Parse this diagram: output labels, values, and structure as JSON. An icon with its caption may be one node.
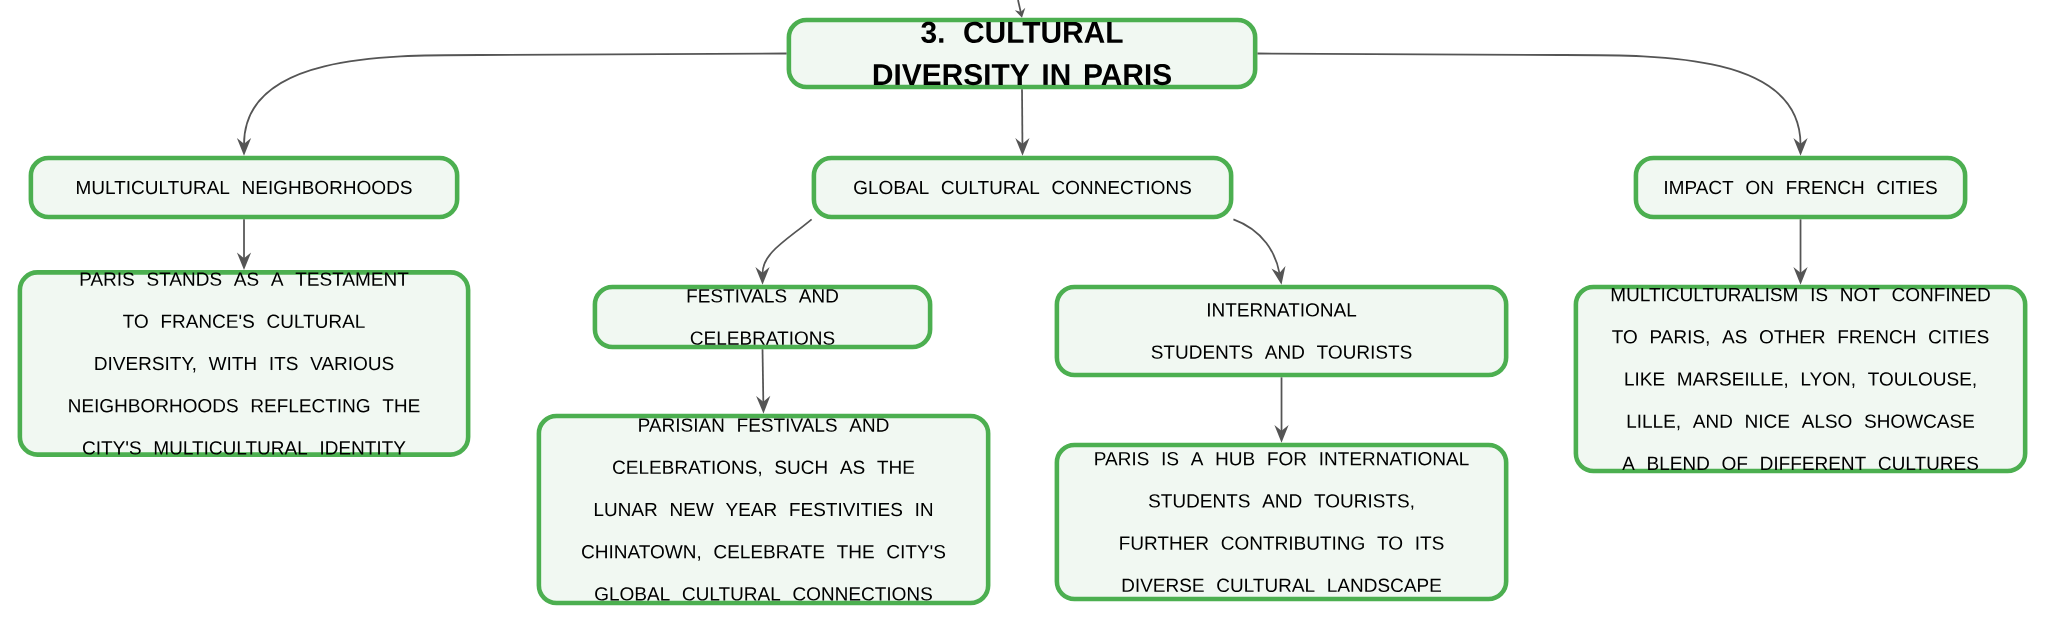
{
  "diagram": {
    "nodes": [
      {
        "text": [
          "3. CULTURAL DIVERSITY IN PARIS"
        ]
      },
      {
        "text": [
          "MULTICULTURAL NEIGHBORHOODS"
        ]
      },
      {
        "text": [
          "GLOBAL CULTURAL CONNECTIONS"
        ]
      },
      {
        "text": [
          "IMPACT ON FRENCH CITIES"
        ]
      },
      {
        "text": [
          "PARIS STANDS AS A TESTAMENT TO FRANCE'S CULTURAL DIVERSITY, WITH ITS VARIOUS NEIGHBORHOODS REFLECTING THE CITY'S MULTICULTURAL IDENTITY"
        ]
      },
      {
        "text": [
          "FESTIVALS AND CELEBRATIONS"
        ]
      },
      {
        "text": [
          "INTERNATIONAL STUDENTS AND TOURISTS"
        ]
      },
      {
        "text": [
          "MULTICULTURALISM IS NOT CONFINED TO PARIS, AS OTHER FRENCH CITIES LIKE MARSEILLE, LYON, TOULOUSE, LILLE, AND NICE ALSO SHOWCASE A BLEND OF DIFFERENT CULTURES"
        ]
      },
      {
        "text": [
          "PARISIAN FESTIVALS AND CELEBRATIONS, SUCH AS THE LUNAR NEW YEAR FESTIVITIES IN CHINATOWN, CELEBRATE THE CITY'S GLOBAL CULTURAL CONNECTIONS"
        ]
      },
      {
        "text": [
          "PARIS IS A HUB FOR INTERNATIONAL STUDENTS AND TOURISTS, FURTHER CONTRIBUTING TO ITS DIVERSE CULTURAL LANDSCAPE"
        ]
      }
    ],
    "edges": [
      {
        "from": null,
        "to": 0,
        "arrow": "to"
      },
      {
        "from": 0,
        "to": 1,
        "arrow": "to"
      },
      {
        "from": 0,
        "to": 2,
        "arrow": "to"
      },
      {
        "from": 0,
        "to": 3,
        "arrow": "to"
      },
      {
        "from": 1,
        "to": 4,
        "arrow": "to"
      },
      {
        "from": 2,
        "to": 5,
        "arrow": "to"
      },
      {
        "from": 2,
        "to": 6,
        "arrow": "to"
      },
      {
        "from": 3,
        "to": 7,
        "arrow": "to"
      },
      {
        "from": 5,
        "to": 8,
        "arrow": "to"
      },
      {
        "from": 6,
        "to": 9,
        "arrow": "to"
      }
    ]
  }
}
